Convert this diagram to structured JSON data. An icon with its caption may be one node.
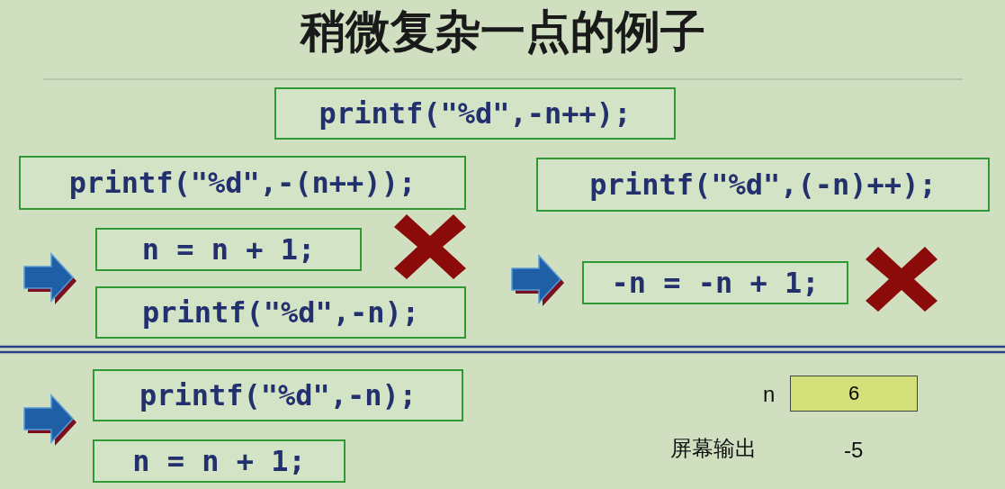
{
  "diagram": {
    "title": "稍微复杂一点的例子",
    "nodes": [
      {
        "text": [
          "printf(\"%d\",-n++);"
        ]
      },
      {
        "text": [
          "printf(\"%d\",-(n++));"
        ]
      },
      {
        "text": [
          "n = n + 1;"
        ]
      },
      {
        "text": [
          "printf(\"%d\",-n);"
        ]
      },
      {
        "text": [
          "printf(\"%d\",(-n)++);"
        ]
      },
      {
        "text": [
          "-n = -n + 1;"
        ]
      },
      {
        "text": [
          "printf(\"%d\",-n);"
        ]
      },
      {
        "text": [
          "n = n + 1;"
        ]
      },
      {
        "text": [
          "6"
        ],
        "beside": [
          "n"
        ]
      }
    ],
    "labels": [
      "屏幕输出",
      "-5"
    ]
  }
}
